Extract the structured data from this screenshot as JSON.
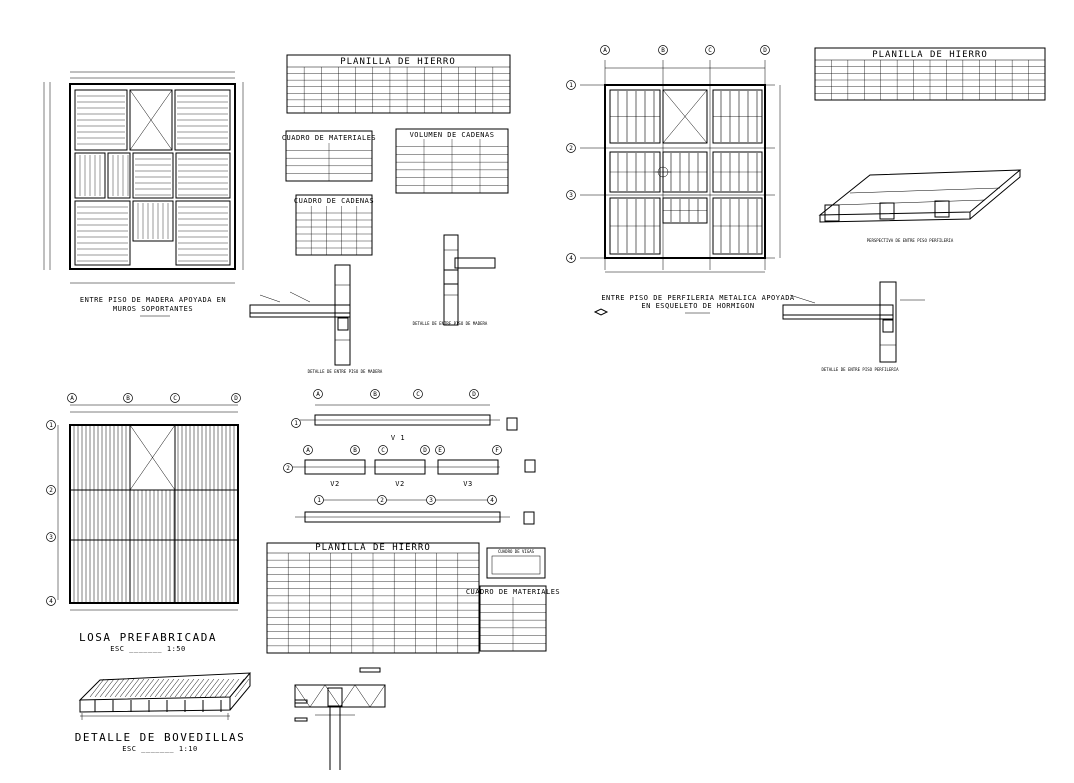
{
  "titles": {
    "plan1": "ENTRE PISO DE MADERA APOYADA EN",
    "plan1_b": "MUROS SOPORTANTES",
    "plan2": "ENTRE PISO DE PERFILERIA METALICA APOYADA",
    "plan2_b": "EN ESQUELETO DE HORMIGON",
    "plan3": "LOSA PREFABRICADA",
    "plan3_scale": "ESC _______ 1:50",
    "detail_bov": "DETALLE DE BOVEDILLAS",
    "detail_bov_scale": "ESC _______ 1:10",
    "detail_wood": "DETALLE DE ENTRE PISO DE MADERA",
    "detail_wood2": "DETALLE DE ENTRE PISO DE MADERA",
    "detail_metal": "DETALLE DE ENTRE PISO PERFILERIA",
    "iso_metal": "PERSPECTIVA DE ENTRE PISO PERFILERIA",
    "beam_v1": "V 1",
    "beam_v2": "V2",
    "beam_v3": "V2",
    "beam_v4": "V3"
  },
  "tables": {
    "planilla1": "PLANILLA DE HIERRO",
    "planilla2": "PLANILLA DE HIERRO",
    "planilla3": "PLANILLA DE HIERRO",
    "materiales1": "CUADRO DE MATERIALES",
    "materiales2": "CUADRO DE MATERIALES",
    "volumen": "VOLUMEN DE CADENAS",
    "cadenas": "CUADRO DE CADENAS",
    "vigas": "CUADRO DE VIGAS"
  },
  "axes": {
    "plan2_cols": [
      "A",
      "B",
      "C",
      "D"
    ],
    "plan2_rows": [
      "1",
      "2",
      "3",
      "4"
    ],
    "plan3_cols": [
      "A",
      "B",
      "C",
      "D"
    ],
    "plan3_rows": [
      "1",
      "2",
      "3",
      "4"
    ],
    "beam_top": [
      "A",
      "B",
      "C",
      "D"
    ],
    "beam_mid": [
      "A",
      "B",
      "C",
      "D",
      "E",
      "F"
    ],
    "beam_bot": [
      "1",
      "2",
      "3",
      "4"
    ]
  }
}
